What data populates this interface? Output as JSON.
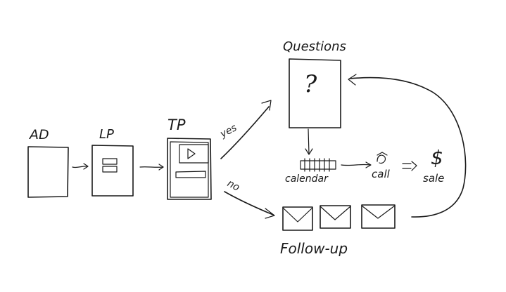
{
  "diagram": {
    "labels": {
      "ad": "AD",
      "lp": "LP",
      "tp": "TP",
      "questions": "Questions",
      "question_mark": "?",
      "yes": "yes",
      "no": "no",
      "calendar": "calendar",
      "call": "call",
      "sale": "sale",
      "dollar": "$",
      "followup": "Follow-up"
    }
  }
}
